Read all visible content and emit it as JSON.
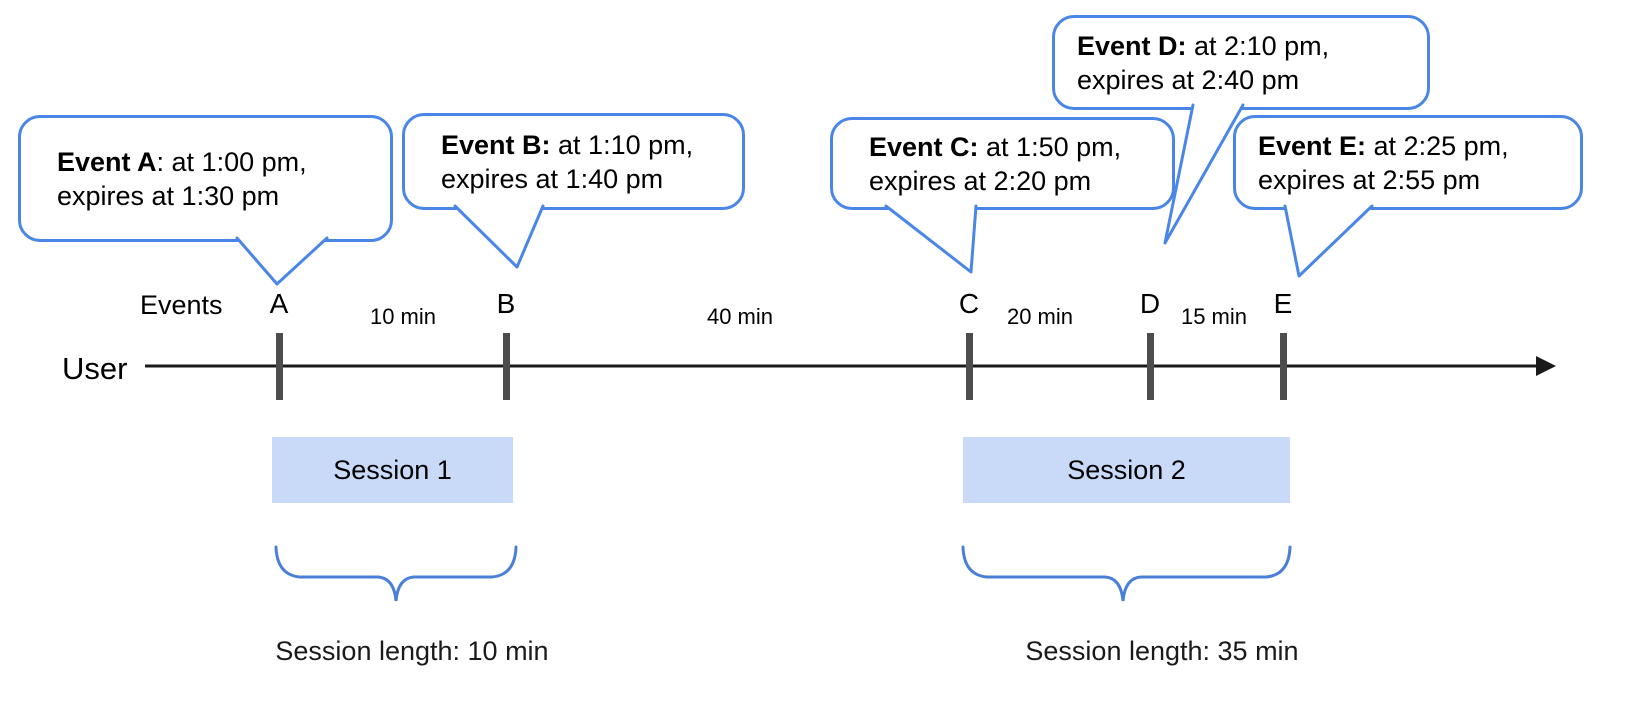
{
  "bubbles": {
    "a": {
      "bold": "Event A",
      "rest": ": at 1:00 pm,",
      "line2": "expires at 1:30 pm"
    },
    "b": {
      "bold": "Event B:",
      "rest": " at 1:10 pm,",
      "line2": "expires at 1:40 pm"
    },
    "c": {
      "bold": "Event C:",
      "rest": " at 1:50 pm,",
      "line2": "expires at 2:20 pm"
    },
    "d": {
      "bold": "Event D:",
      "rest": " at 2:10 pm,",
      "line2": "expires at 2:40 pm"
    },
    "e": {
      "bold": "Event E:",
      "rest": " at 2:25 pm,",
      "line2": "expires at 2:55 pm"
    }
  },
  "timeline": {
    "events_label": "Events",
    "user_label": "User",
    "tick_labels": {
      "a": "A",
      "b": "B",
      "c": "C",
      "d": "D",
      "e": "E"
    },
    "intervals": {
      "ab": "10 min",
      "bc": "40 min",
      "cd": "20 min",
      "de": "15 min"
    }
  },
  "sessions": {
    "s1": {
      "label": "Session 1",
      "length": "Session length: 10 min"
    },
    "s2": {
      "label": "Session 2",
      "length": "Session length: 35 min"
    }
  },
  "colors": {
    "bubble_border": "#4a86e8",
    "brace": "#4a7fd8",
    "session_fill": "#c9daf8",
    "tick": "#4d4d4d",
    "axis_line": "#1a1a1a",
    "text": "#000000"
  }
}
